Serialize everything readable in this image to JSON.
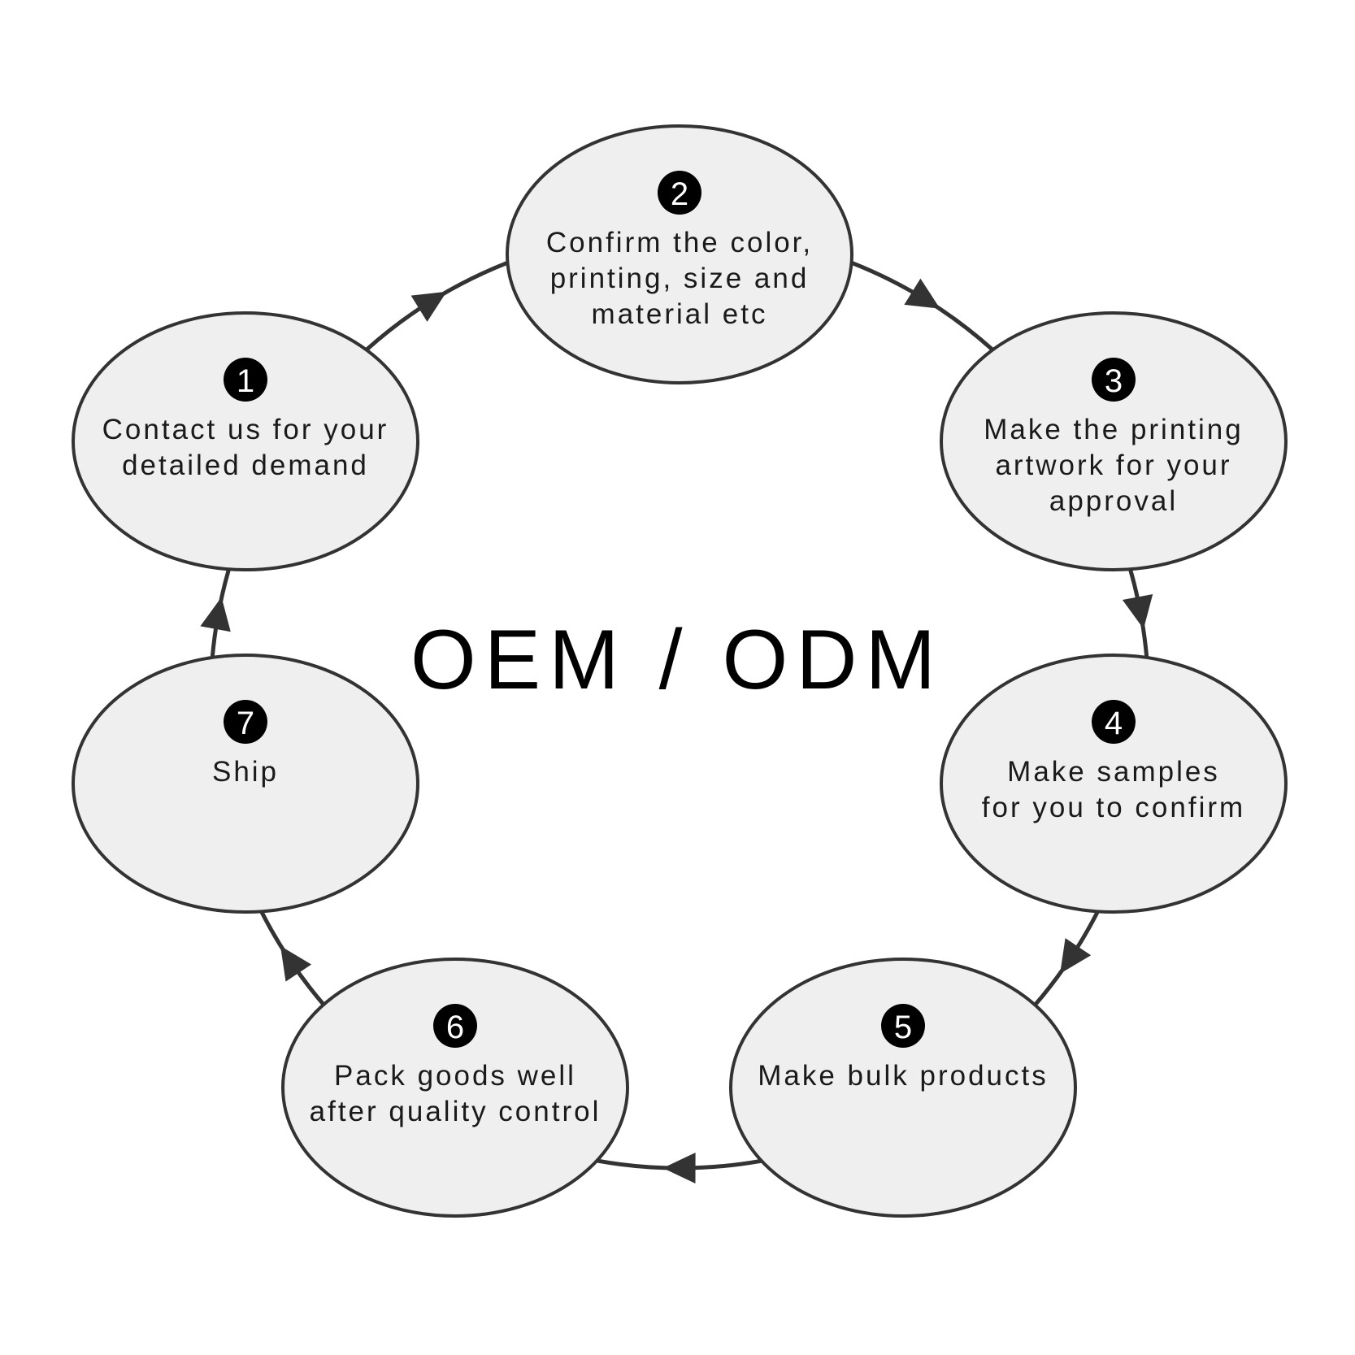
{
  "title": "OEM / ODM",
  "colors": {
    "node_fill": "#efefef",
    "node_stroke": "#333333",
    "badge_fill": "#000000",
    "badge_text": "#ffffff",
    "text": "#1a1a1a"
  },
  "steps": [
    {
      "number": "1",
      "lines": [
        "Contact us for your",
        "detailed demand"
      ]
    },
    {
      "number": "2",
      "lines": [
        "Confirm the color,",
        "printing, size and",
        "material etc"
      ]
    },
    {
      "number": "3",
      "lines": [
        "Make the printing",
        "artwork for your",
        "approval"
      ]
    },
    {
      "number": "4",
      "lines": [
        "Make samples",
        "for you to confirm"
      ]
    },
    {
      "number": "5",
      "lines": [
        "Make bulk products"
      ]
    },
    {
      "number": "6",
      "lines": [
        "Pack goods well",
        "after quality control"
      ]
    },
    {
      "number": "7",
      "lines": [
        "Ship"
      ]
    }
  ],
  "connections": [
    {
      "from": "1",
      "to": "2"
    },
    {
      "from": "2",
      "to": "3"
    },
    {
      "from": "3",
      "to": "4"
    },
    {
      "from": "4",
      "to": "5"
    },
    {
      "from": "5",
      "to": "6"
    },
    {
      "from": "6",
      "to": "7"
    },
    {
      "from": "7",
      "to": "1"
    }
  ]
}
